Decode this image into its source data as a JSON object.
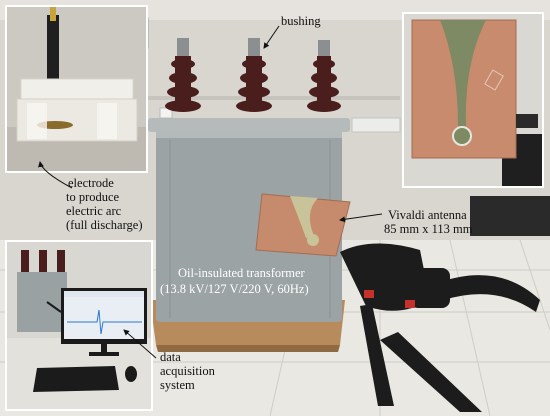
{
  "labels": {
    "bushing": "bushing",
    "electrode": [
      "electrode",
      "to produce",
      "electric arc",
      "(full discharge)"
    ],
    "vivaldi": [
      "Vivaldi antenna",
      "85 mm x 113 mm"
    ],
    "transformer": [
      "Oil-insulated transformer",
      "(13.8 kV/127 V/220 V, 60Hz)"
    ],
    "daq": [
      "data",
      "acquisition",
      "system"
    ]
  },
  "colors": {
    "wall": "#dcd9d3",
    "floor": "#ecebe7",
    "tank": "#9ea4a5",
    "bushing": "#4a1e1c",
    "copper": "#c98d6e",
    "pallet": "#b58a5c",
    "clamp": "#1c1c1c"
  }
}
